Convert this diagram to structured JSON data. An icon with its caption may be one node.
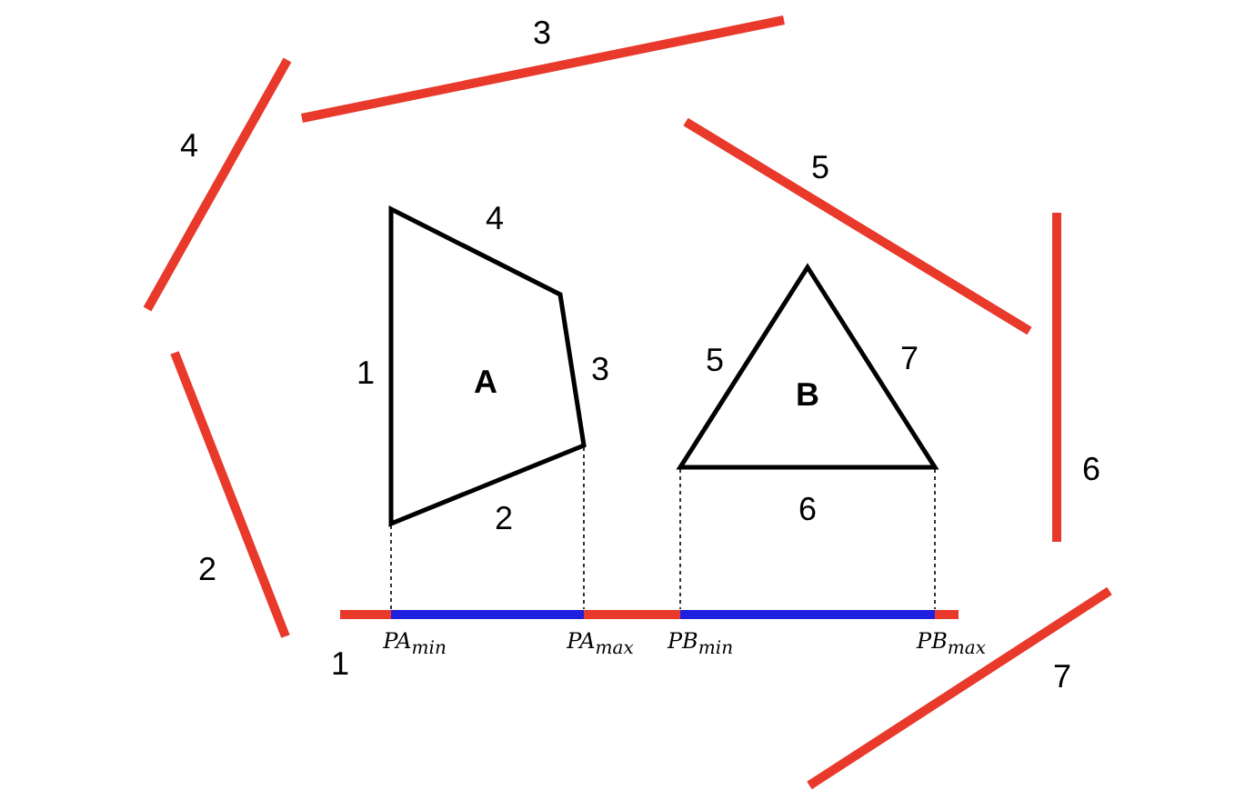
{
  "diagram": {
    "nodes": [
      {
        "text": [
          "A"
        ]
      },
      {
        "text": [
          "B"
        ]
      }
    ],
    "labels": [
      "3",
      "4",
      "5",
      "4",
      "1",
      "3",
      "5",
      "7",
      "6",
      "2",
      "6",
      "2",
      "1",
      "PA$_{min}$",
      "PA$_{max}$",
      "PB$_{min}$",
      "PB$_{max}$",
      "7"
    ]
  }
}
